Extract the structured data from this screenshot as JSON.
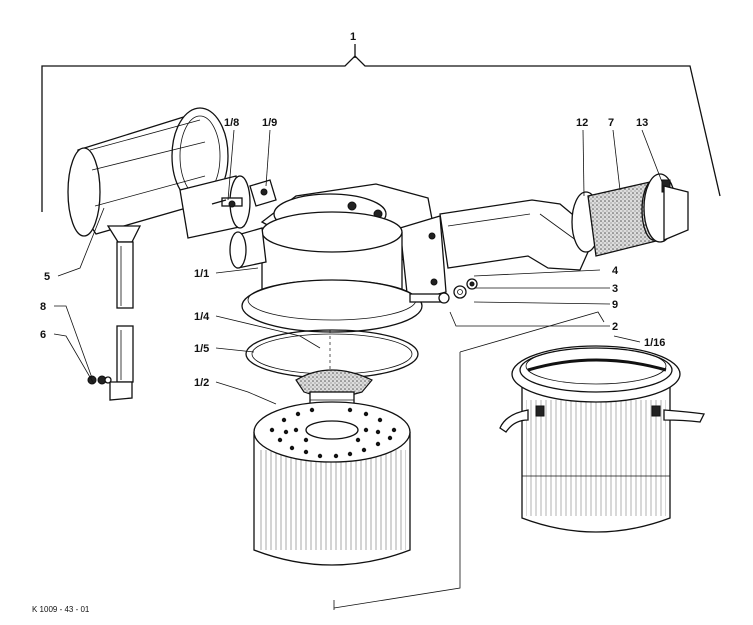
{
  "labels": {
    "l1": "1",
    "l1_8": "1/8",
    "l1_9": "1/9",
    "l12": "12",
    "l7": "7",
    "l13": "13",
    "l5": "5",
    "l1_1": "1/1",
    "l4": "4",
    "l3": "3",
    "l9": "9",
    "l2": "2",
    "l1_4": "1/4",
    "l1_5": "1/5",
    "l1_2": "1/2",
    "l1_16": "1/16",
    "l8": "8",
    "l6": "6"
  },
  "drawing_code": "K 1009 - 43 - 01",
  "colors": {
    "ink": "#111111",
    "paper": "#ffffff"
  }
}
